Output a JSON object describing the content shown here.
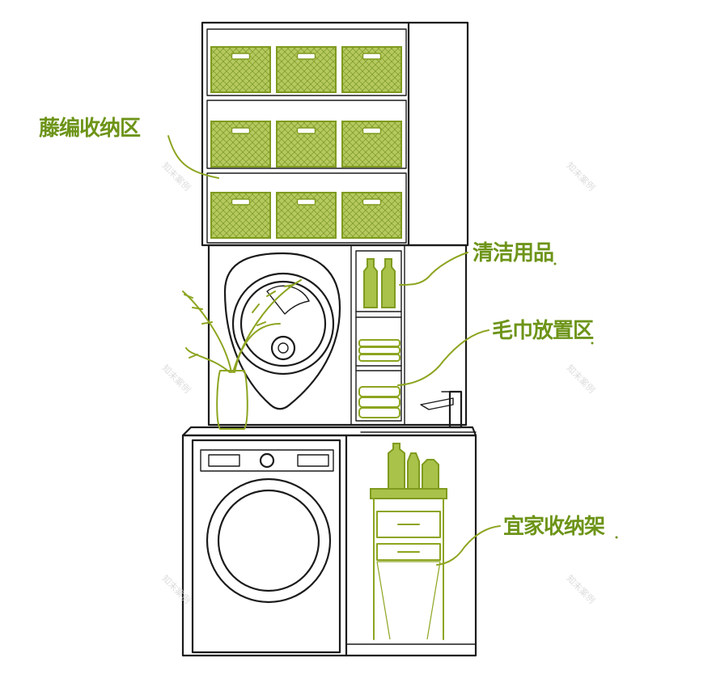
{
  "colors": {
    "accent": "#a9c24a",
    "accent_stroke": "#7f9b1f",
    "label_text": "#6d9418",
    "ink": "#1b1b1b"
  },
  "labels": {
    "rattan_storage": "藤编收纳区",
    "cleaning_supplies": "清洁用品",
    "towel_area": "毛巾放置区",
    "ikea_rack": "宜家收纳架"
  },
  "watermark": "知末案例"
}
